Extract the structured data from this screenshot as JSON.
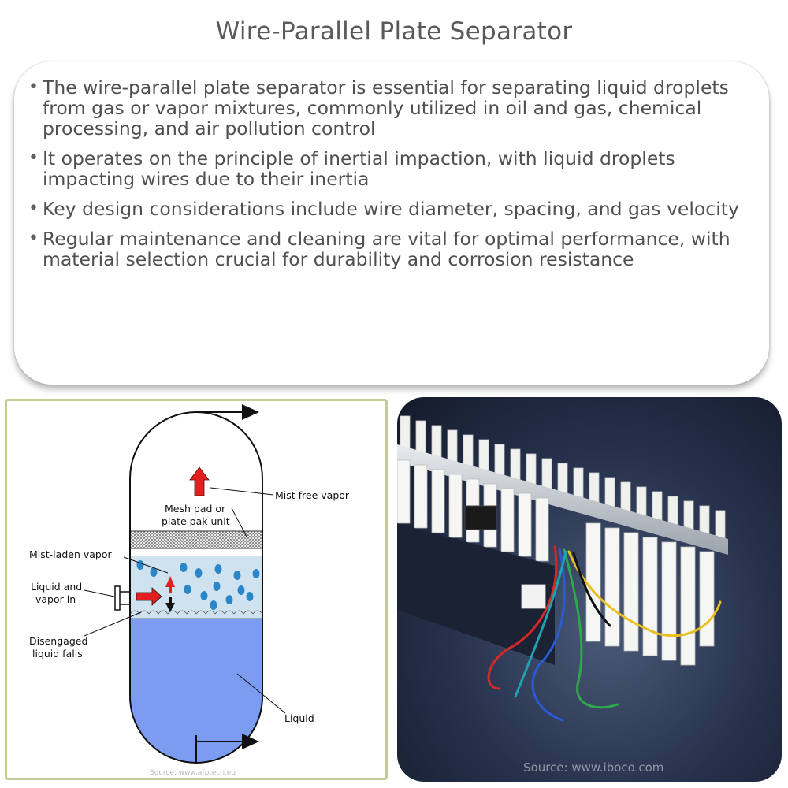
{
  "page": {
    "title": "Wire-Parallel Plate Separator"
  },
  "bullets": [
    "The wire-parallel plate separator is essential for separating liquid droplets from gas or vapor mixtures, commonly utilized in oil and gas, chemical processing, and air pollution control",
    "It operates on the principle of inertial impaction, with liquid droplets impacting wires due to their inertia",
    "Key design considerations include wire diameter, spacing, and gas velocity",
    "Regular maintenance and cleaning are vital for optimal performance, with material selection crucial for durability and corrosion resistance"
  ],
  "diagram": {
    "labels": {
      "mist_free_vapor": "Mist free vapor",
      "mesh_pad_line1": "Mesh pad or",
      "mesh_pad_line2": "plate pak unit",
      "mist_laden": "Mist-laden vapor",
      "liquid_in_line1": "Liquid and",
      "liquid_in_line2": "vapor in",
      "disengaged_line1": "Disengaged",
      "disengaged_line2": "liquid falls",
      "liquid": "Liquid"
    },
    "source": "Source: www.afptech.eu"
  },
  "photo": {
    "source": "Source: www.iboco.com"
  },
  "colors": {
    "liquid": "#7b9cf0",
    "vapor": "#cfe2f0",
    "droplet": "#2a86c8",
    "arrow_red": "#e02020",
    "panel_border": "#c5cc95"
  }
}
